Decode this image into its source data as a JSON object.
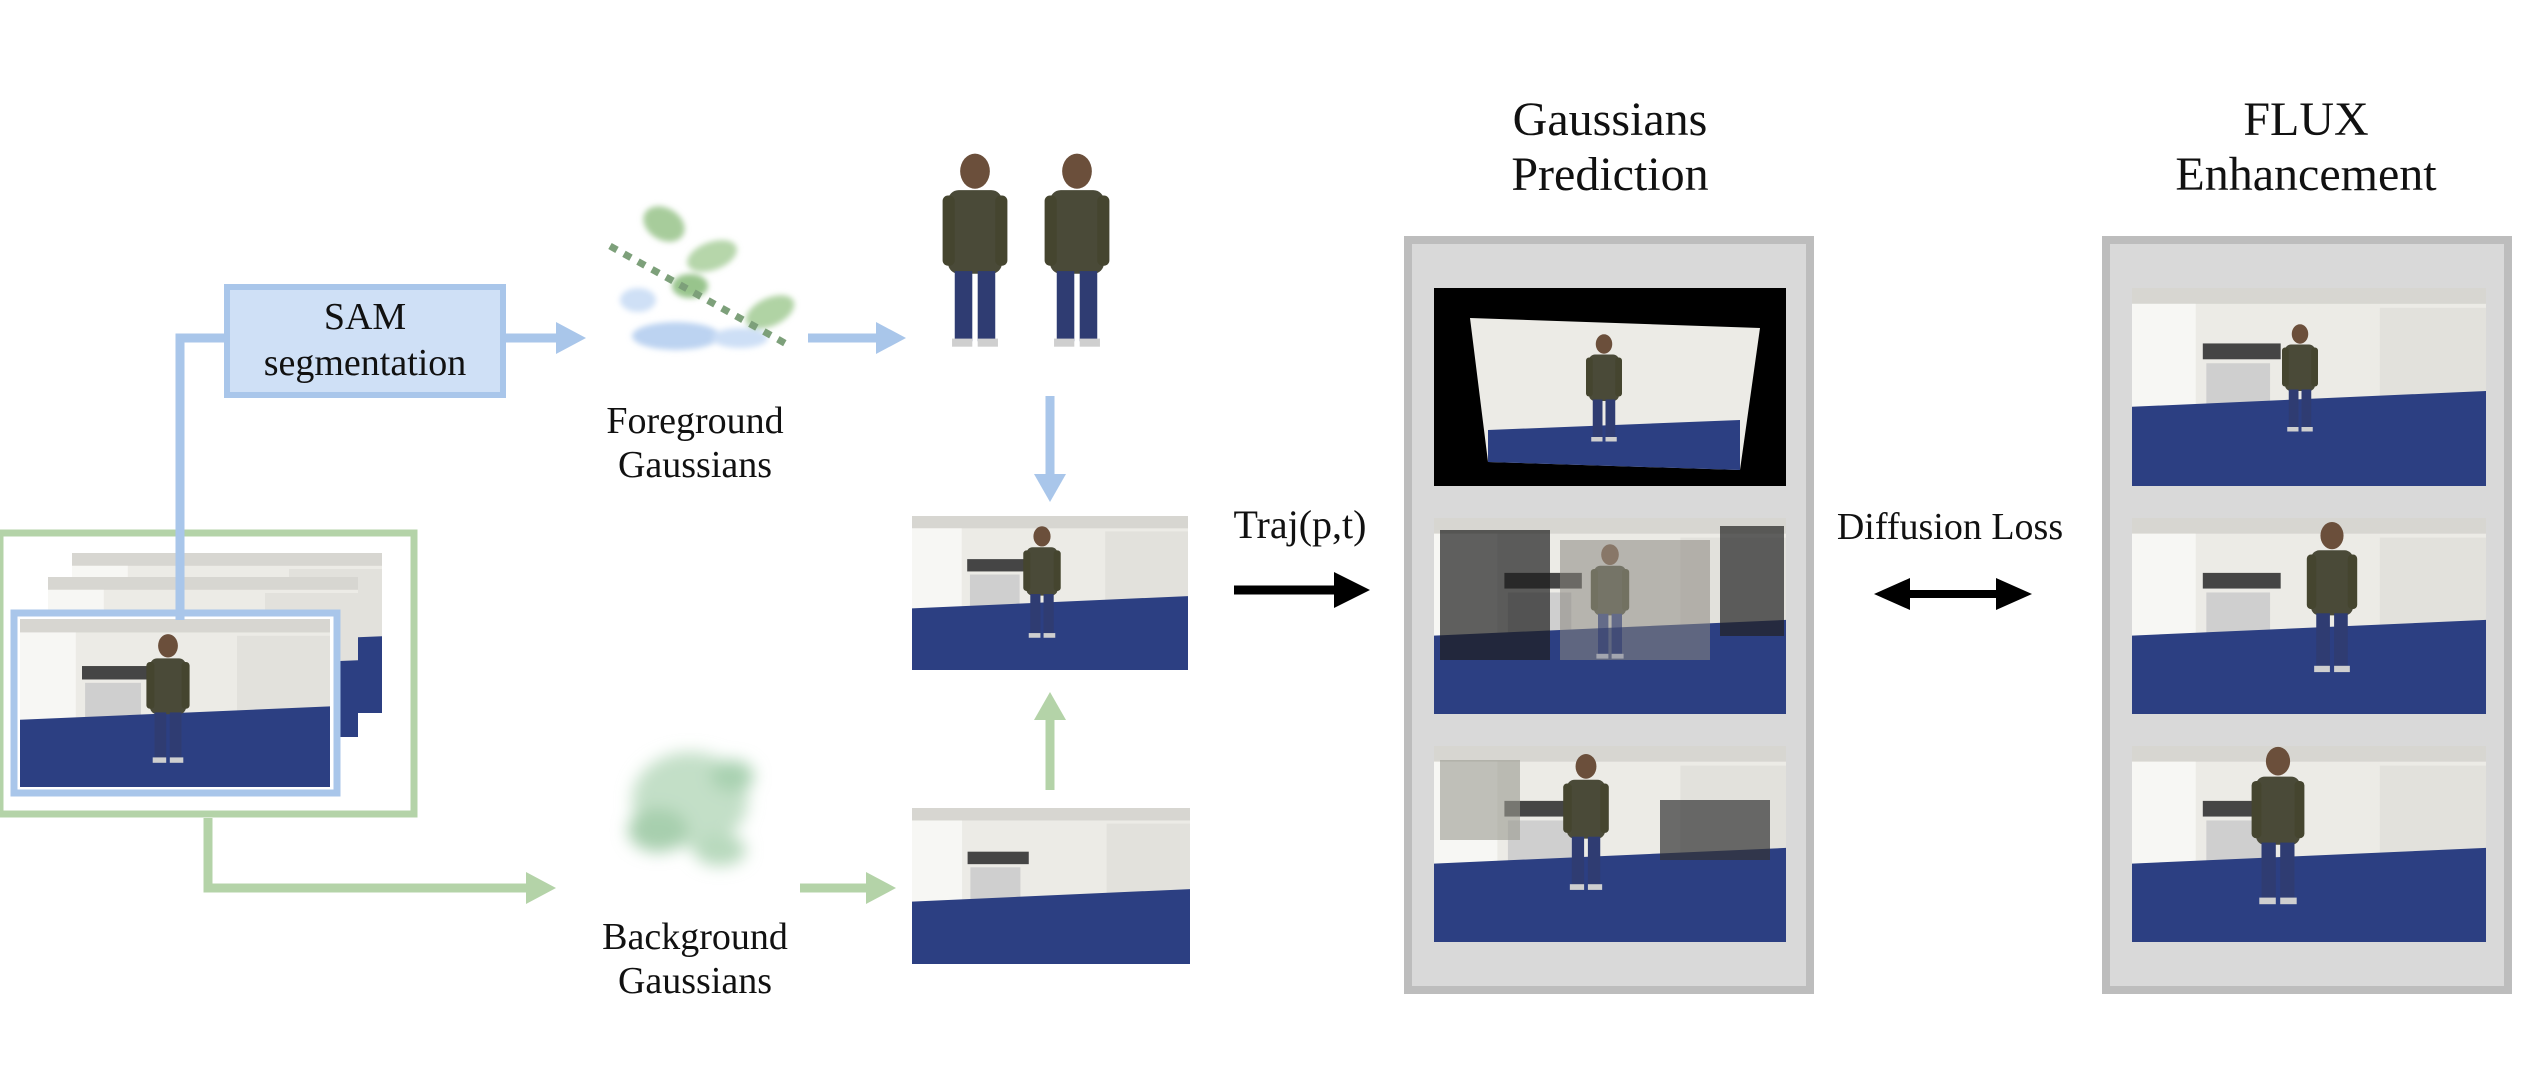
{
  "sam": {
    "line1": "SAM",
    "line2": "segmentation"
  },
  "foreground": {
    "line1": "Foreground",
    "line2": "Gaussians"
  },
  "background": {
    "line1": "Background",
    "line2": "Gaussians"
  },
  "trajectory_label": "Traj(p,t)",
  "diffusion_label": "Diffusion Loss",
  "gaussians_prediction": {
    "line1": "Gaussians",
    "line2": "Prediction"
  },
  "flux_enhancement": {
    "line1": "FLUX",
    "line2": "Enhancement"
  },
  "colors": {
    "blue_flow": "#a9c6ea",
    "green_flow": "#b4d3a8",
    "panel_bg": "#d9d9d9",
    "panel_border": "#bdbdbd",
    "floor": "#2c3f82",
    "wall": "#ecebe6"
  }
}
